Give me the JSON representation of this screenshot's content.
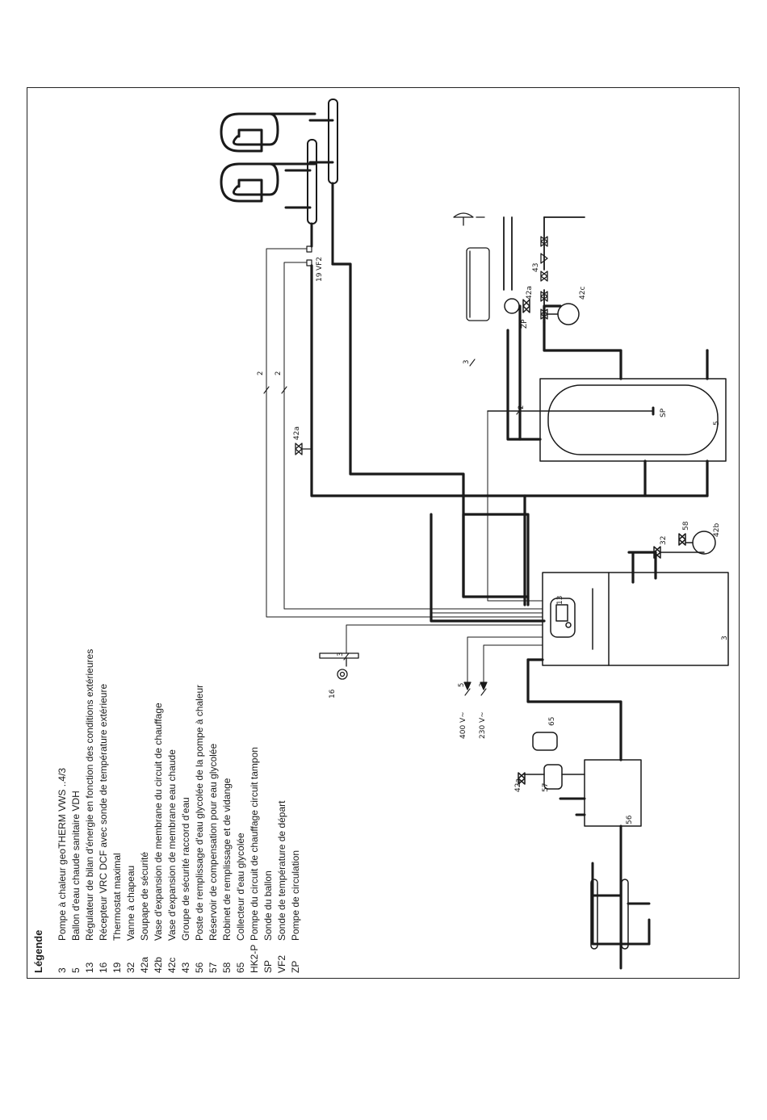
{
  "legend": {
    "title": "Légende",
    "items": [
      {
        "code": "3",
        "text": "Pompe à chaleur geoTHERM VWS ..4/3"
      },
      {
        "code": "5",
        "text": "Ballon d'eau chaude sanitaire VDH"
      },
      {
        "code": "13",
        "text": "Régulateur de bilan d'énergie en fonction des conditions extérieures"
      },
      {
        "code": "16",
        "text": "Récepteur VRC DCF avec sonde de température extérieure"
      },
      {
        "code": "19",
        "text": "Thermostat maximal"
      },
      {
        "code": "32",
        "text": "Vanne à chapeau"
      },
      {
        "code": "42a",
        "text": "Soupape de sécurité"
      },
      {
        "code": "42b",
        "text": "Vase d'expansion de membrane du circuit de chauffage"
      },
      {
        "code": "42c",
        "text": "Vase d'expansion de membrane eau chaude"
      },
      {
        "code": "43",
        "text": "Groupe de sécurité raccord d'eau"
      },
      {
        "code": "56",
        "text": "Poste de remplissage d'eau glycolée de la pompe à chaleur"
      },
      {
        "code": "57",
        "text": "Réservoir de compensation pour eau glycolée"
      },
      {
        "code": "58",
        "text": "Robinet de remplissage et de vidange"
      },
      {
        "code": "65",
        "text": "Collecteur d'eau glycolée"
      },
      {
        "code": "HK2-P",
        "text": "Pompe du circuit de chauffage circuit tampon"
      },
      {
        "code": "SP",
        "text": "Sonde du ballon"
      },
      {
        "code": "VF2",
        "text": "Sonde de température de départ"
      },
      {
        "code": "ZP",
        "text": "Pompe de circulation"
      }
    ]
  },
  "diagram": {
    "heat_pump": "3",
    "regulator": "13",
    "tank": "5",
    "tank_sensor": "SP",
    "flow_sensor": "VF2",
    "max_thermostat": "19",
    "outdoor_receiver": "16",
    "valve_cap": "32",
    "drain_valve": "58",
    "exp_vessel_heating": "42b",
    "exp_vessel_dhw": "42c",
    "safety_valve": "42a",
    "safety_group": "43",
    "circ_pump": "ZP",
    "glycol_station": "56",
    "glycol_reservoir": "57",
    "glycol_collector": "65",
    "supply_400": "400 V~",
    "supply_230": "230 V~",
    "cable_2": "2",
    "cable_3": "3",
    "cable_5": "5"
  },
  "colors": {
    "line": "#1a1a1a",
    "frame": "#222222",
    "background": "#ffffff"
  }
}
